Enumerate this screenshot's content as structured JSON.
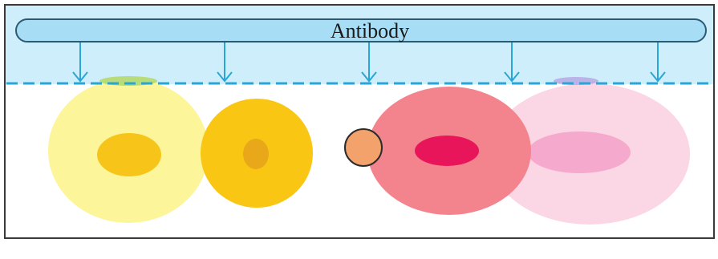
{
  "antibody": {
    "label": "Antibody",
    "bar_color": "#a7def6",
    "zone_color": "#cfeefb",
    "line_color": "#2aa6d6",
    "arrow_count": 5
  },
  "cells": [
    {
      "name": "pale-yellow-cell",
      "body_color": "#fdf59a",
      "nucleus_color": "#f7c51a"
    },
    {
      "name": "yellow-cell",
      "body_color": "#f9c613",
      "nucleus_color": "#e8a81a"
    },
    {
      "name": "small-orange-cell",
      "body_color": "#f3a26b",
      "outline_color": "#2b2b2b"
    },
    {
      "name": "red-cell",
      "body_color": "#f3848d",
      "nucleus_color": "#e8155a"
    },
    {
      "name": "pink-cell",
      "body_color": "#fbd6e4",
      "nucleus_color": "#f5a9cd"
    }
  ]
}
